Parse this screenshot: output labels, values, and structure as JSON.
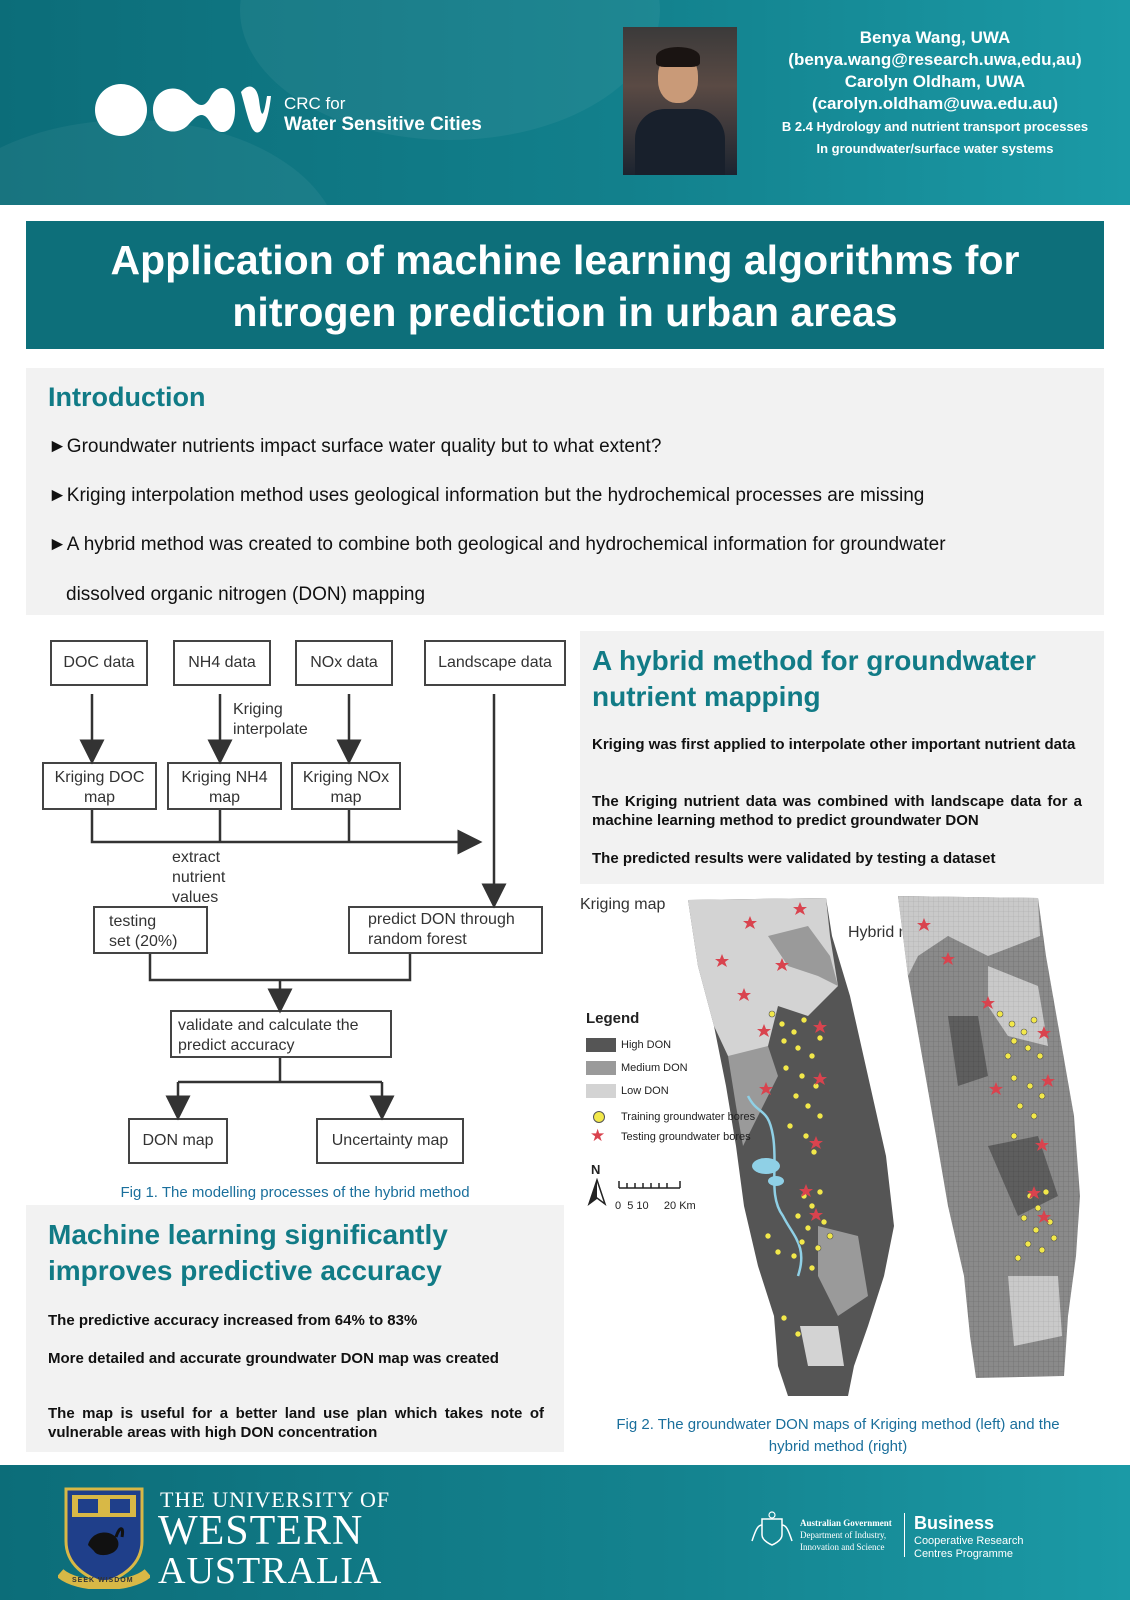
{
  "header": {
    "logo_line1": "CRC for",
    "logo_line2": "Water Sensitive Cities",
    "author1_name": "Benya Wang, UWA",
    "author1_email": "(benya.wang@research.uwa,edu,au)",
    "author2_name": "Carolyn Oldham, UWA",
    "author2_email": "(carolyn.oldham@uwa.edu.au)",
    "project_line1": "B 2.4 Hydrology and nutrient transport processes",
    "project_line2": "In groundwater/surface water systems"
  },
  "title": {
    "line1": "Application of machine learning algorithms for",
    "line2": "nitrogen prediction in urban areas"
  },
  "introduction": {
    "heading": "Introduction",
    "bullets": [
      "►Groundwater nutrients impact surface water quality but to what extent?",
      "►Kriging interpolation method uses geological information but the hydrochemical processes are missing",
      "►A hybrid method was created to combine both geological and hydrochemical information for groundwater",
      "dissolved organic nitrogen (DON) mapping"
    ]
  },
  "flowchart": {
    "doc_data": "DOC data",
    "nh4_data": "NH4 data",
    "nox_data": "NOx data",
    "landscape_data": "Landscape data",
    "kriging_label_1": "Kriging",
    "kriging_label_2": "interpolate",
    "kriging_doc_1": "Kriging DOC",
    "kriging_doc_2": "map",
    "kriging_nh4_1": "Kriging NH4",
    "kriging_nh4_2": "map",
    "kriging_nox_1": "Kriging NOx",
    "kriging_nox_2": "map",
    "extract": "extract nutrient values",
    "testing_1": "testing",
    "testing_2": "set (20%)",
    "predict_1": "predict DON through",
    "predict_2": "random forest",
    "validate_1": "validate and calculate the",
    "validate_2": "predict accuracy",
    "don_map": "DON map",
    "uncertainty_map": "Uncertainty map",
    "caption": "Fig 1. The modelling processes of the hybrid method"
  },
  "hybrid": {
    "heading_1": "A hybrid method for groundwater",
    "heading_2": "nutrient mapping",
    "p1": "Kriging was first applied to interpolate other important nutrient data",
    "p2": "The Kriging nutrient data was combined with landscape data for a machine learning method to predict groundwater DON",
    "p3": "The predicted results were validated by testing a dataset"
  },
  "maps": {
    "kriging_label": "Kriging map",
    "hybrid_label": "Hybrid map",
    "legend_title": "Legend",
    "legend_high": "High DON",
    "legend_medium": "Medium DON",
    "legend_low": "Low DON",
    "legend_training": "Training groundwater bores",
    "legend_testing": "Testing groundwater bores",
    "north": "N",
    "scale_labels": "0  5 10     20 Km",
    "colors": {
      "high": "#555555",
      "medium": "#9a9a9a",
      "low": "#d3d3d3",
      "water": "#8fd0e6",
      "training": "#f2e84a",
      "testing": "#d9434e"
    },
    "caption_1": "Fig 2. The groundwater DON maps of Kriging method (left) and  the",
    "caption_2": "hybrid method (right)"
  },
  "ml": {
    "heading_1": "Machine learning significantly",
    "heading_2": "improves predictive accuracy",
    "p1": "The predictive accuracy increased from 64% to 83%",
    "p2": "More detailed and accurate groundwater DON map was created",
    "p3": "The map is useful for a better land use plan which takes note of vulnerable areas with high DON concentration"
  },
  "footer": {
    "uwa_1": "THE UNIVERSITY OF",
    "uwa_2": "WESTERN",
    "uwa_3": "AUSTRALIA",
    "crest_motto": "SEEK WISDOM",
    "gov_1": "Australian Government",
    "gov_2": "Department of Industry,",
    "gov_3": "Innovation and Science",
    "business_1": "Business",
    "business_2": "Cooperative Research",
    "business_3": "Centres Programme"
  }
}
